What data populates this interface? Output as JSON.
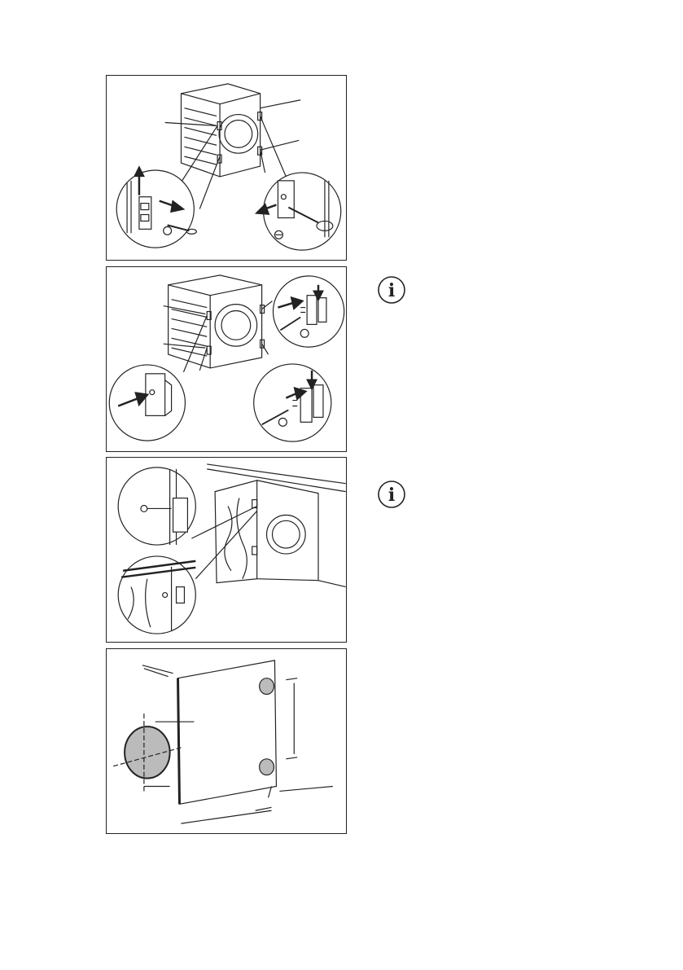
{
  "page": {
    "figures": [
      {
        "id": "fig-1",
        "subject": "hinge-removal-from-appliance"
      },
      {
        "id": "fig-2",
        "subject": "hinge-fitting-on-appliance"
      },
      {
        "id": "fig-3",
        "subject": "hinge-on-furniture-door"
      },
      {
        "id": "fig-4",
        "subject": "door-hole-measurement"
      }
    ],
    "icons": [
      "information-icon",
      "information-icon",
      "screwdriver-star-icon",
      "screwdriver-flat-icon"
    ]
  }
}
